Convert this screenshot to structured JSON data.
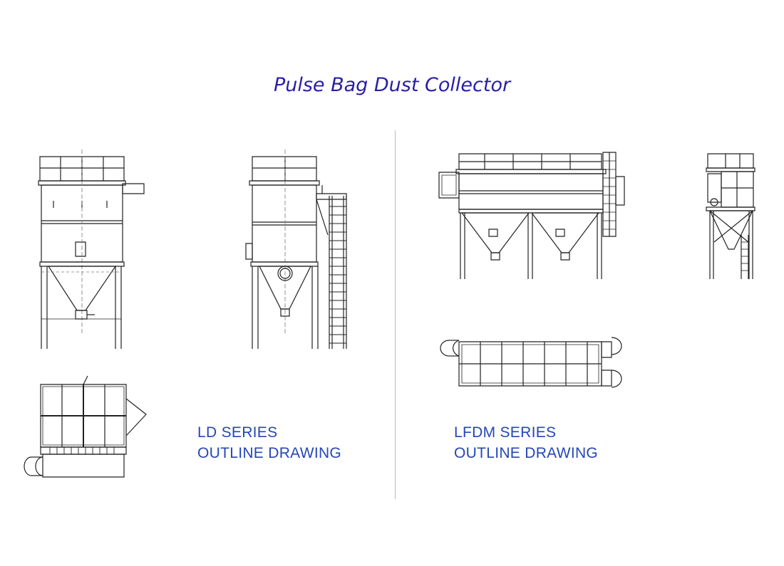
{
  "page": {
    "title": "Pulse Bag Dust Collector"
  },
  "ld_series": {
    "caption_line1": "LD SERIES",
    "caption_line2": "OUTLINE DRAWING"
  },
  "lfdm_series": {
    "caption_line1": "LFDM SERIES",
    "caption_line2": "OUTLINE DRAWING"
  },
  "colors": {
    "title": "#2a1fa6",
    "caption": "#2546b8",
    "line": "#222222",
    "divider": "#bbbbbb"
  }
}
